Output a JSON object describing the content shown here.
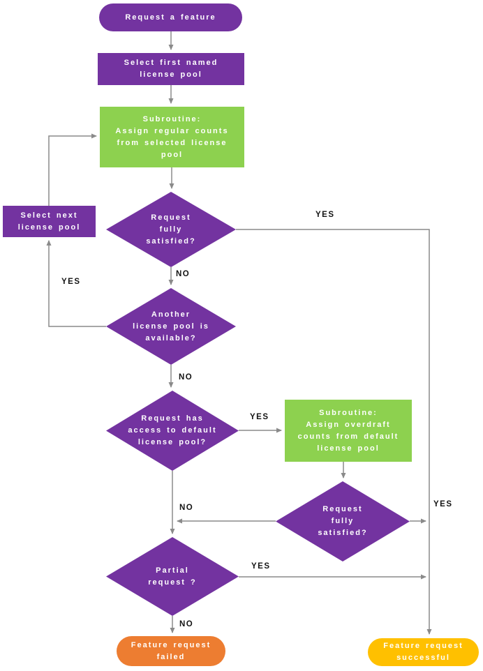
{
  "diagram": {
    "colors": {
      "purple": "#7333A0",
      "green": "#8DD14F",
      "orange": "#ED7D31",
      "yellow": "#FFC000",
      "connector": "#8A8A8A"
    },
    "nodes": {
      "start": {
        "type": "terminator",
        "color": "#7333A0",
        "label": "Request a feature"
      },
      "select_first": {
        "type": "process",
        "color": "#7333A0",
        "label": "Select first named\nlicense pool"
      },
      "assign_regular": {
        "type": "subroutine",
        "color": "#8DD14F",
        "label": "Subroutine:\nAssign regular counts\nfrom selected license\npool"
      },
      "satisfied1": {
        "type": "decision",
        "color": "#7333A0",
        "label": "Request\nfully\nsatisfied?"
      },
      "select_next": {
        "type": "process",
        "color": "#7333A0",
        "label": "Select next\nlicense pool"
      },
      "another_pool": {
        "type": "decision",
        "color": "#7333A0",
        "label": "Another\nlicense pool is\navailable?"
      },
      "default_access": {
        "type": "decision",
        "color": "#7333A0",
        "label": "Request has\naccess to default\nlicense pool?"
      },
      "assign_overdraft": {
        "type": "subroutine",
        "color": "#8DD14F",
        "label": "Subroutine:\nAssign overdraft\ncounts from default\nlicense pool"
      },
      "satisfied2": {
        "type": "decision",
        "color": "#7333A0",
        "label": "Request\nfully\nsatisfied?"
      },
      "partial": {
        "type": "decision",
        "color": "#7333A0",
        "label": "Partial\nrequest ?"
      },
      "failed": {
        "type": "terminator",
        "color": "#ED7D31",
        "label": "Feature request\nfailed"
      },
      "successful": {
        "type": "terminator",
        "color": "#FFC000",
        "label": "Feature request\nsuccessful"
      }
    },
    "edge_labels": {
      "satisfied1_yes": "YES",
      "satisfied1_no": "NO",
      "another_pool_yes": "YES",
      "another_pool_no": "NO",
      "default_access_yes": "YES",
      "satisfied2_yes": "YES",
      "satisfied2_no": "NO",
      "partial_yes": "YES",
      "partial_no": "NO"
    }
  }
}
